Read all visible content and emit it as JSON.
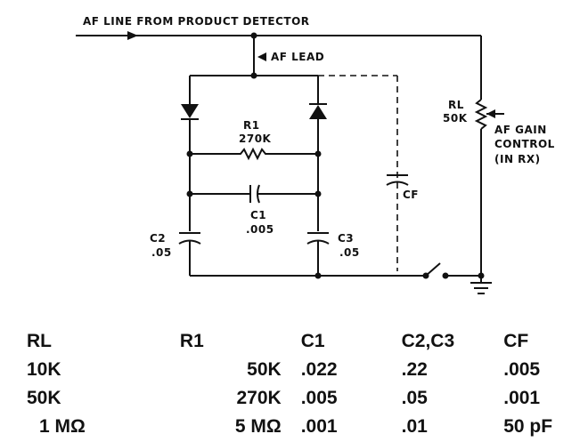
{
  "diagram": {
    "labels": {
      "af_line": "AF LINE FROM PRODUCT DETECTOR",
      "af_lead": "AF LEAD",
      "r1_name": "R1",
      "r1_value": "270K",
      "c1_name": "C1",
      "c1_value": ".005",
      "c2_name": "C2",
      "c2_value": ".05",
      "c3_name": "C3",
      "c3_value": ".05",
      "cf_name": "CF",
      "rl_name": "RL",
      "rl_value": "50K",
      "gain_line1": "AF GAIN",
      "gain_line2": "CONTROL",
      "gain_line3": "(IN RX)"
    }
  },
  "table": {
    "headers": [
      "RL",
      "R1",
      "C1",
      "C2,C3",
      "CF"
    ],
    "rows": [
      [
        "10K",
        "50K",
        ".022",
        ".22",
        ".005"
      ],
      [
        "50K",
        "270K",
        ".005",
        ".05",
        ".001"
      ],
      [
        "1 MΩ",
        "5 MΩ",
        ".001",
        ".01",
        "50 pF"
      ]
    ]
  }
}
